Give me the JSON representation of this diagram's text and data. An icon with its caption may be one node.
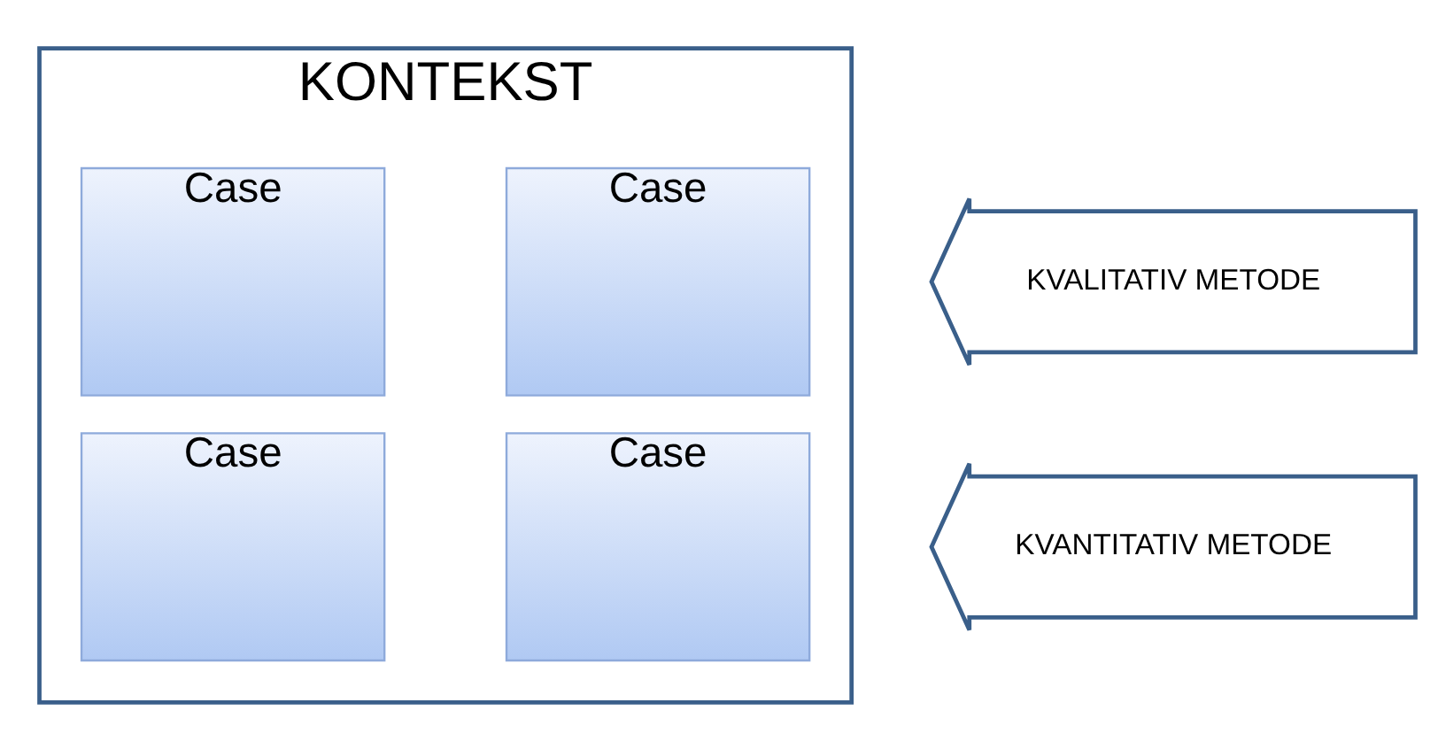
{
  "diagram": {
    "nodes": [
      {
        "text": [
          "KONTEKST"
        ]
      },
      {
        "text": [
          "Case"
        ],
        "in": 0
      },
      {
        "text": [
          "Case"
        ],
        "in": 0
      },
      {
        "text": [
          "Case"
        ],
        "in": 0
      },
      {
        "text": [
          "Case"
        ],
        "in": 0
      },
      {
        "text": [
          "KVALITATIV METODE"
        ]
      },
      {
        "text": [
          "KVANTITATIV METODE"
        ]
      }
    ]
  }
}
